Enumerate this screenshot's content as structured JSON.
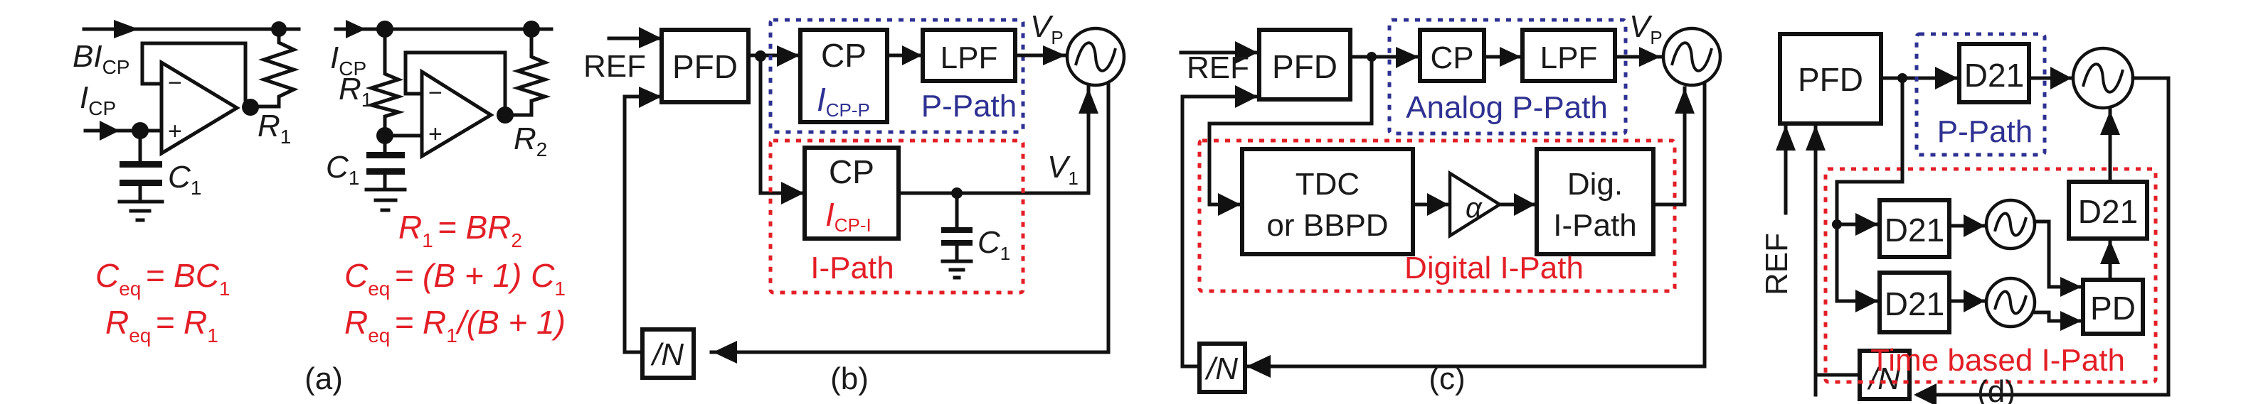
{
  "figure": {
    "panels": [
      {
        "caption": "(a)",
        "left_circuit": {
          "input_top_label": "BI",
          "input_top_sub": "CP",
          "input_bottom_label": "I",
          "input_bottom_sub": "CP",
          "resistor_label": "R",
          "resistor_sub": "1",
          "capacitor_label": "C",
          "capacitor_sub": "1",
          "opamp_minus": "−",
          "opamp_plus": "+",
          "equations": [
            {
              "lhs": "C",
              "lhs_sub": "eq",
              "rhs": "= BC",
              "rhs_sub": "1",
              "tail": ""
            },
            {
              "lhs": "R",
              "lhs_sub": "eq",
              "rhs": "= R",
              "rhs_sub": "1",
              "tail": ""
            }
          ]
        },
        "right_circuit": {
          "input_label": "I",
          "input_sub": "CP",
          "resistor1_label": "R",
          "resistor1_sub": "1",
          "resistor2_label": "R",
          "resistor2_sub": "2",
          "capacitor_label": "C",
          "capacitor_sub": "1",
          "opamp_minus": "−",
          "opamp_plus": "+",
          "equations": [
            {
              "lhs": "R",
              "lhs_sub": "1",
              "rhs": "= BR",
              "rhs_sub": "2",
              "tail": ""
            },
            {
              "lhs": "C",
              "lhs_sub": "eq",
              "rhs": "= (B + 1) C",
              "rhs_sub": "1",
              "tail": ""
            },
            {
              "lhs": "R",
              "lhs_sub": "eq",
              "rhs": "= R",
              "rhs_sub": "1",
              "tail": "/(B + 1)"
            }
          ]
        }
      },
      {
        "caption": "(b)",
        "ref": "REF",
        "pfd": "PFD",
        "cp_p": "CP",
        "cp_p_current": "I",
        "cp_p_current_sub": "CP-P",
        "lpf": "LPF",
        "p_path": "P-Path",
        "vp": "V",
        "vp_sub": "P",
        "cp_i": "CP",
        "cp_i_current": "I",
        "cp_i_current_sub": "CP-I",
        "i_path": "I-Path",
        "c1": "C",
        "c1_sub": "1",
        "v1": "V",
        "v1_sub": "1",
        "divider": "/N"
      },
      {
        "caption": "(c)",
        "ref": "REF",
        "pfd": "PFD",
        "cp": "CP",
        "lpf": "LPF",
        "p_path": "Analog P-Path",
        "vp": "V",
        "vp_sub": "P",
        "tdc_line1": "TDC",
        "tdc_line2": "or BBPD",
        "gain": "α",
        "dig_line1": "Dig.",
        "dig_line2": "I-Path",
        "i_path": "Digital I-Path",
        "divider": "/N"
      },
      {
        "caption": "(d)",
        "ref": "REF",
        "pfd": "PFD",
        "p_delay": "D21",
        "p_path": "P-Path",
        "i_delay_top": "D21",
        "i_delay_bottom": "D21",
        "i_delay_out": "D21",
        "pd": "PD",
        "i_path": "Time based I-Path",
        "divider": "/N"
      }
    ],
    "colors": {
      "integral_path": "#e31e26",
      "proportional_path": "#2e3192",
      "wire": "#111111"
    }
  }
}
